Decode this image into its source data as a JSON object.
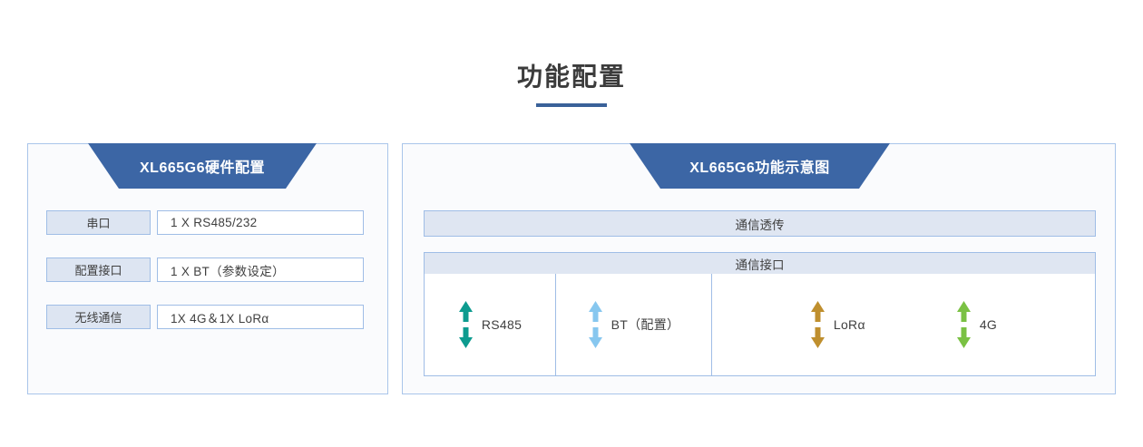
{
  "page": {
    "title": "功能配置",
    "accent_color": "#3a6199",
    "banner_color": "#3c66a5",
    "panel_border_color": "#a9c5ea",
    "box_fill_color": "#dde5f2",
    "bar_fill_color": "#dfe6f2"
  },
  "left_panel": {
    "banner_title": "XL665G6硬件配置",
    "rows": [
      {
        "label": "串口",
        "value": "1 X RS485/232"
      },
      {
        "label": "配置接口",
        "value": "1 X BT（参数设定）"
      },
      {
        "label": "无线通信",
        "value": "1X 4G＆1X LoRα"
      }
    ]
  },
  "right_panel": {
    "banner_title": "XL665G6功能示意图",
    "bar_transparent": "通信透传",
    "bar_interface": "通信接口",
    "interfaces": [
      {
        "label": "RS485",
        "color": "#0d9b8f",
        "icon": "double-arrow-icon"
      },
      {
        "label": "BT（配置）",
        "color": "#87c7ef",
        "icon": "double-arrow-icon"
      },
      {
        "label": "LoRα",
        "color": "#bf8f2e",
        "icon": "double-arrow-icon"
      },
      {
        "label": "4G",
        "color": "#7ac143",
        "icon": "double-arrow-icon"
      }
    ]
  }
}
